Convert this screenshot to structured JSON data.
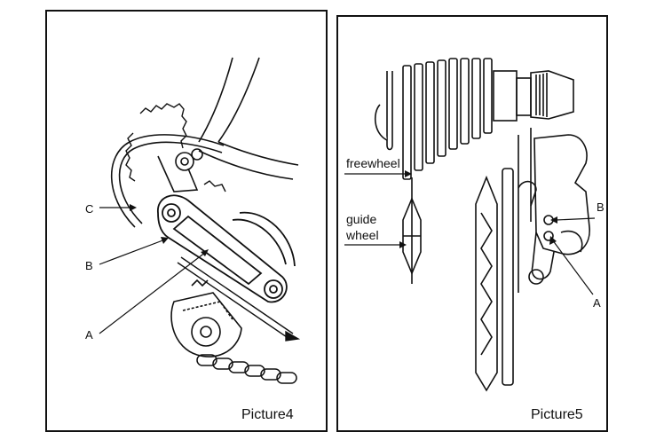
{
  "panels": [
    {
      "caption": "Picture4",
      "labels": {
        "c": "C",
        "b": "B",
        "a": "A"
      }
    },
    {
      "caption": "Picture5",
      "labels": {
        "freewheel": "freewheel",
        "guide_line1": "guide",
        "guide_line2": "wheel",
        "b": "B",
        "a": "A"
      }
    }
  ],
  "colors": {
    "ink": "#111111",
    "paper": "#ffffff"
  }
}
